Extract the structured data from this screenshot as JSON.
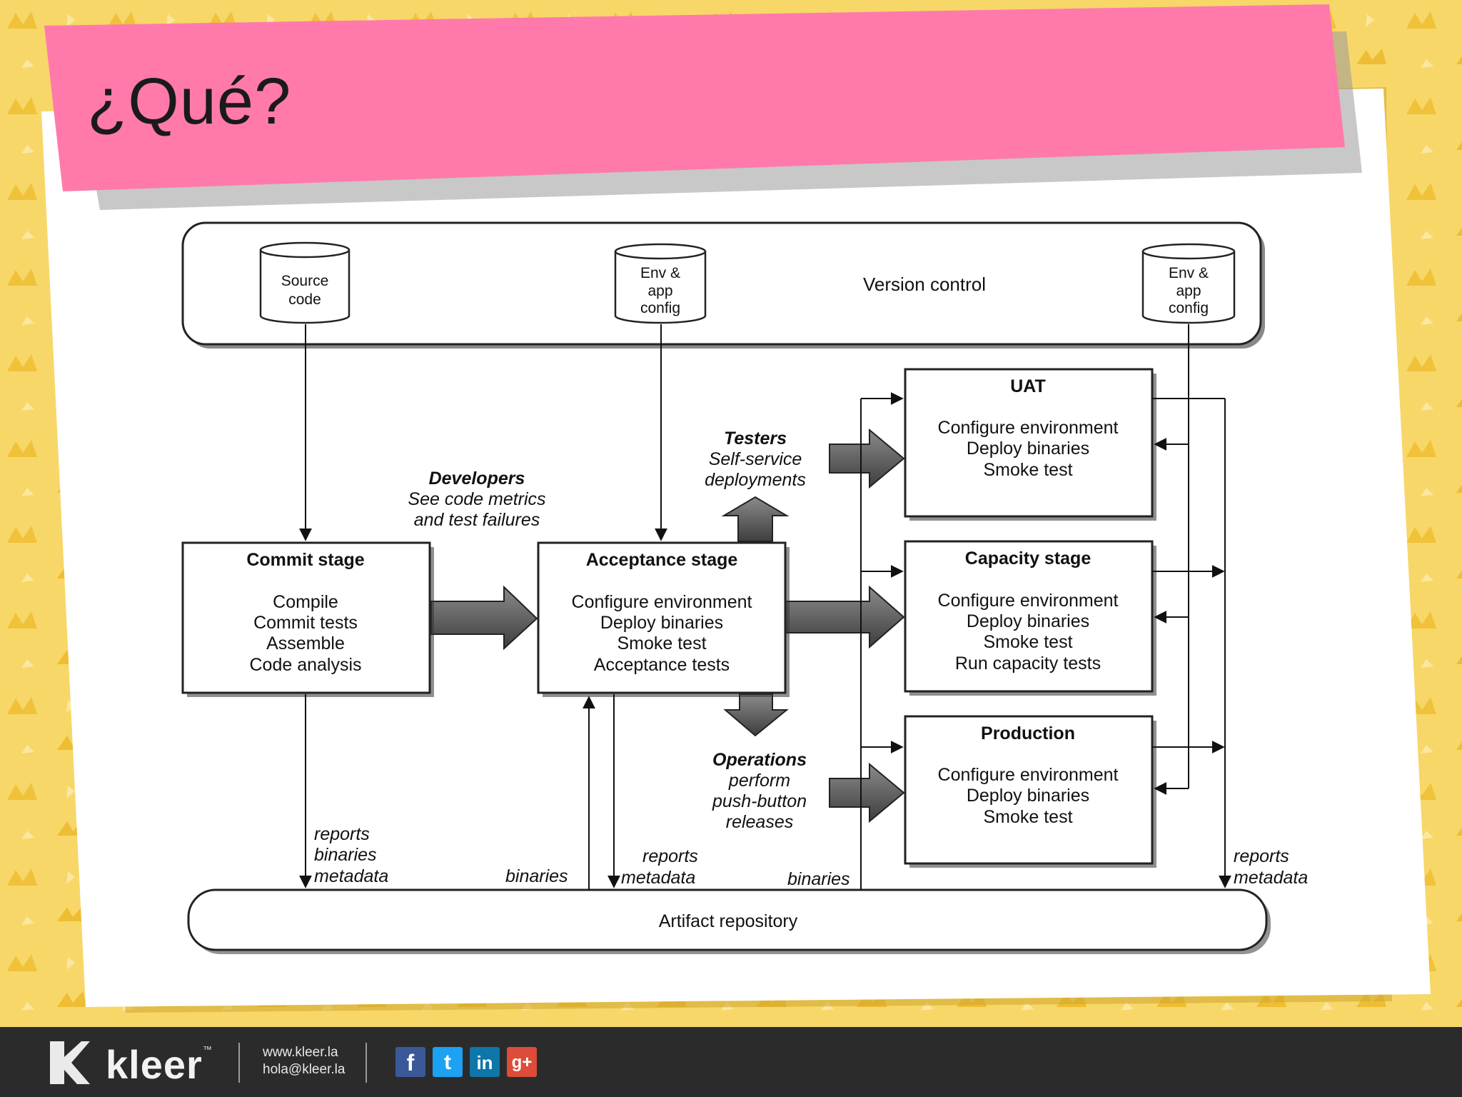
{
  "slide": {
    "title": "¿Qué?"
  },
  "diagram": {
    "version_control": {
      "label": "Version control",
      "source_code": "Source code",
      "env_config_1": "Env & app config",
      "env_config_2": "Env & app config"
    },
    "commit_stage": {
      "title": "Commit stage",
      "lines": [
        "Compile",
        "Commit tests",
        "Assemble",
        "Code analysis"
      ]
    },
    "acceptance_stage": {
      "title": "Acceptance stage",
      "lines": [
        "Configure environment",
        "Deploy binaries",
        "Smoke test",
        "Acceptance tests"
      ]
    },
    "uat": {
      "title": "UAT",
      "lines": [
        "Configure environment",
        "Deploy binaries",
        "Smoke test"
      ]
    },
    "capacity_stage": {
      "title": "Capacity stage",
      "lines": [
        "Configure environment",
        "Deploy binaries",
        "Smoke test",
        "Run capacity tests"
      ]
    },
    "production": {
      "title": "Production",
      "lines": [
        "Configure environment",
        "Deploy binaries",
        "Smoke test"
      ]
    },
    "developers": {
      "title": "Developers",
      "lines": [
        "See code metrics",
        "and test failures"
      ]
    },
    "testers": {
      "title": "Testers",
      "lines": [
        "Self-service",
        "deployments"
      ]
    },
    "operations": {
      "title": "Operations",
      "lines": [
        "perform",
        "push-button",
        "releases"
      ]
    },
    "commit_output": [
      "reports",
      "binaries",
      "metadata"
    ],
    "binaries_in_label": "binaries",
    "acceptance_output": [
      "reports",
      "metadata"
    ],
    "binaries_right_label": "binaries",
    "right_output": [
      "reports",
      "metadata"
    ],
    "artifact_repository": "Artifact repository"
  },
  "footer": {
    "brand": "kleer",
    "trademark": "™",
    "website": "www.kleer.la",
    "email": "hola@kleer.la",
    "social": [
      {
        "name": "facebook",
        "glyph": "f",
        "color": "#3b5998"
      },
      {
        "name": "twitter",
        "glyph": "t",
        "color": "#1da1f2"
      },
      {
        "name": "linkedin",
        "glyph": "in",
        "color": "#0e76a8"
      },
      {
        "name": "google-plus",
        "glyph": "g+",
        "color": "#dd4b39"
      }
    ]
  }
}
